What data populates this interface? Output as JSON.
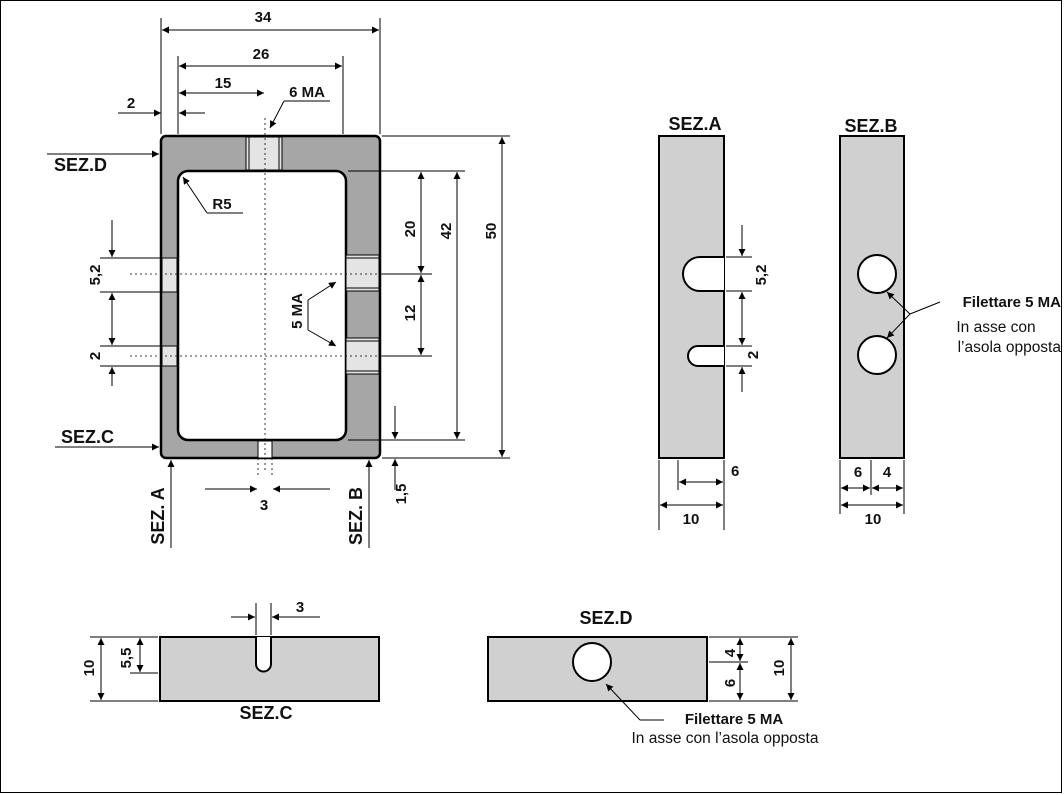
{
  "front_view": {
    "dims": {
      "overall_width": "34",
      "inner_offset": "26",
      "hole_offset": "15",
      "wall": "2",
      "top_thread": "6 MA",
      "radius": "R5",
      "slot_big": "5,2",
      "slot_small": "2",
      "side_thread": "5 MA",
      "h20": "20",
      "h42": "42",
      "h50": "50",
      "h12": "12",
      "bottom_slot": "3",
      "bottom_wall": "1,5"
    },
    "sections": {
      "d": "SEZ.D",
      "c": "SEZ.C",
      "a": "SEZ. A",
      "b": "SEZ. B"
    }
  },
  "section_a": {
    "title": "SEZ.A",
    "dims": {
      "slot_big": "5,2",
      "slot_small": "2",
      "depth": "6",
      "width": "10"
    }
  },
  "section_b": {
    "title": "SEZ.B",
    "dims": {
      "left": "6",
      "right": "4",
      "width": "10"
    },
    "note_line1": "Filettare 5 MA",
    "note_line2": "In asse con",
    "note_line3": "l’asola opposta"
  },
  "section_c": {
    "title": "SEZ.C",
    "dims": {
      "slot": "3",
      "height": "10",
      "depth": "5,5"
    }
  },
  "section_d": {
    "title": "SEZ.D",
    "dims": {
      "top": "4",
      "bottom": "6",
      "height": "10"
    },
    "note_line1": "Filettare 5 MA",
    "note_line2": "In asse con l’asola opposta"
  },
  "colors": {
    "frame": "#a6a6a6",
    "section_fill": "#d0d0d0",
    "insert": "#e4e4e4",
    "line": "#000000"
  }
}
